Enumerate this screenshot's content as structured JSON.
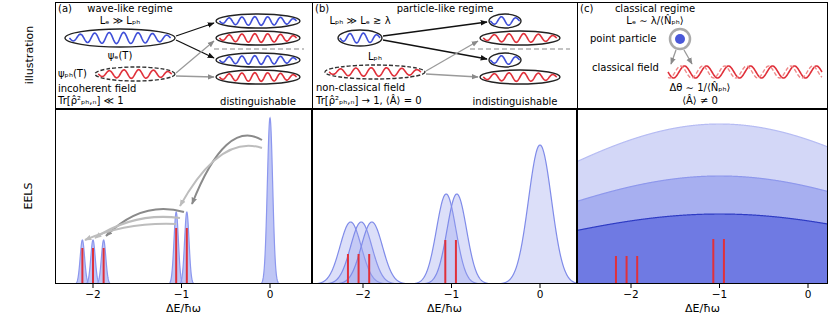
{
  "diagram": {
    "nodes": [
      {
        "text": [
          "(a)",
          "wave-like regime",
          "Lₑ ≫ Lₚₕ",
          "ψₑ(T)",
          "ψₚₕ(T)",
          "incoherent field",
          "Tr[ρ̂²ₚₕ,ₙ] ≪ 1",
          "distinguishable"
        ]
      },
      {
        "text": [
          "(b)",
          "particle-like regime",
          "Lₚₕ ≫ Lₑ ≳ λ",
          "Lₚₕ",
          "non-classical field",
          "Tr[ρ̂²ₚₕ,ₙ] → 1, ⟨Â⟩ = 0",
          "indistinguishable"
        ]
      },
      {
        "text": [
          "(c)",
          "classical regime",
          "Lₑ ∼ λ/⟨N̂ₚₕ⟩",
          "point particle",
          "classical field",
          "Δθ ∼ 1/⟨N̂ₚₕ⟩",
          "⟨Â⟩ ≠ 0"
        ]
      }
    ],
    "labels": [
      "illustration",
      "EELS",
      "−2",
      "−1",
      "0",
      "ΔE/ħω",
      "−2",
      "−1",
      "0",
      "ΔE/ħω",
      "−2",
      "−1",
      "0",
      "ΔE/ħω"
    ]
  }
}
